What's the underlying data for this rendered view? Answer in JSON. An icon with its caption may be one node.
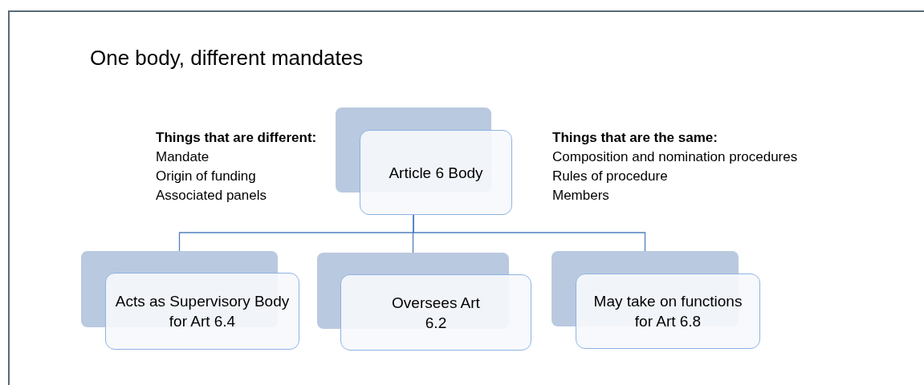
{
  "diagram": {
    "title": "One body, different mandates",
    "nodes": [
      {
        "text": [
          "Article 6 Body"
        ]
      },
      {
        "text": [
          "Acts as Supervisory Body for Art 6.4"
        ]
      },
      {
        "text": [
          "Oversees Art 6.2"
        ]
      },
      {
        "text": [
          "May take on functions for Art 6.8"
        ]
      }
    ],
    "edges": [
      {
        "from": 0,
        "to": 1,
        "arrow": "none"
      },
      {
        "from": 0,
        "to": 2,
        "arrow": "none"
      },
      {
        "from": 0,
        "to": 3,
        "arrow": "none"
      }
    ],
    "labels": [
      "Things that are different:",
      "Mandate",
      "Origin of funding",
      "Associated panels",
      "Things that are the same:",
      "Composition and nomination procedures",
      "Rules of procedure",
      "Members"
    ]
  }
}
